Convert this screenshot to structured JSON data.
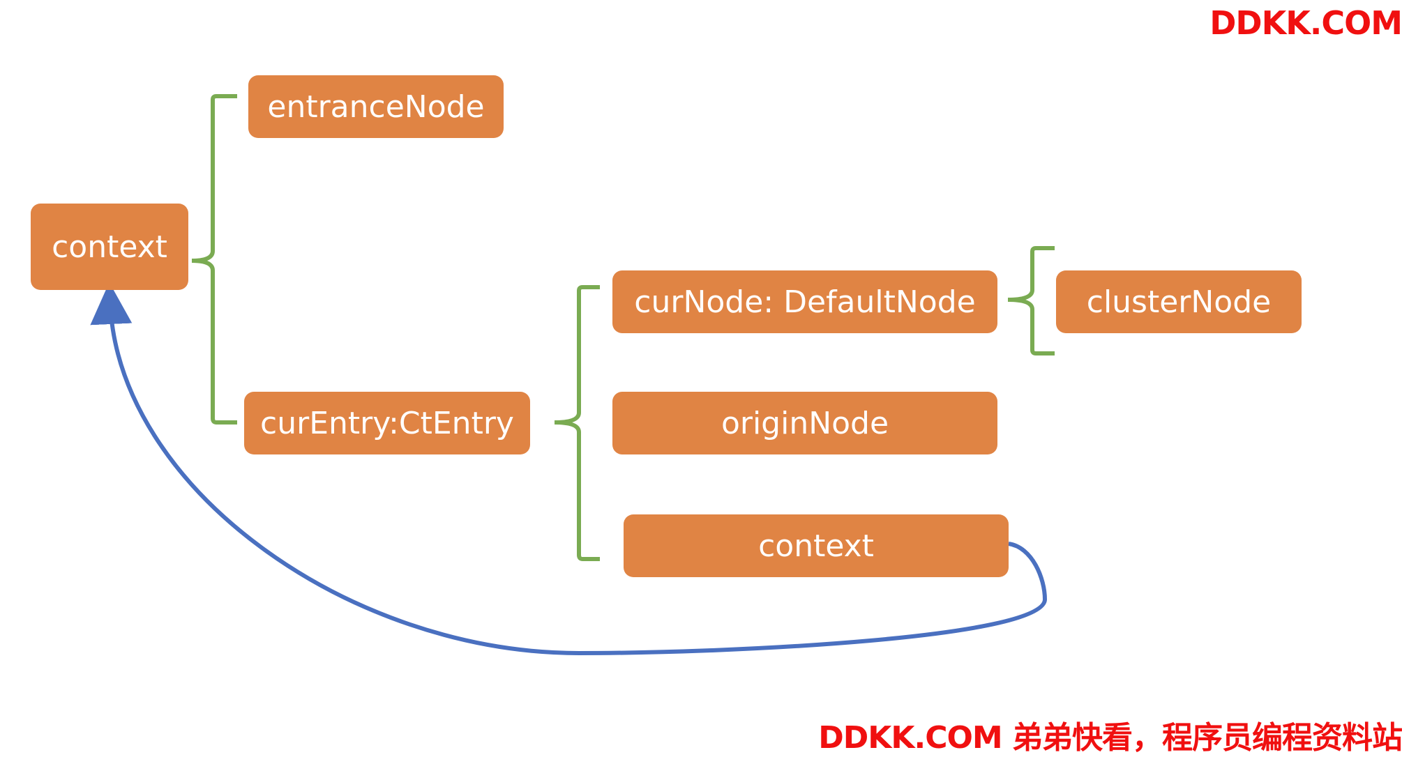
{
  "watermark": {
    "top": "DDKK.COM",
    "bottom": "DDKK.COM 弟弟快看，程序员编程资料站"
  },
  "colors": {
    "node_fill": "#e08444",
    "node_text": "#ffffff",
    "bracket": "#7aab52",
    "arrow": "#4a70c0",
    "watermark": "#f01010"
  },
  "nodes": {
    "context_root": "context",
    "entrance_node": "entranceNode",
    "cur_entry": "curEntry:CtEntry",
    "cur_node": "curNode: DefaultNode",
    "cluster_node": "clusterNode",
    "origin_node": "originNode",
    "entry_context": "context"
  }
}
